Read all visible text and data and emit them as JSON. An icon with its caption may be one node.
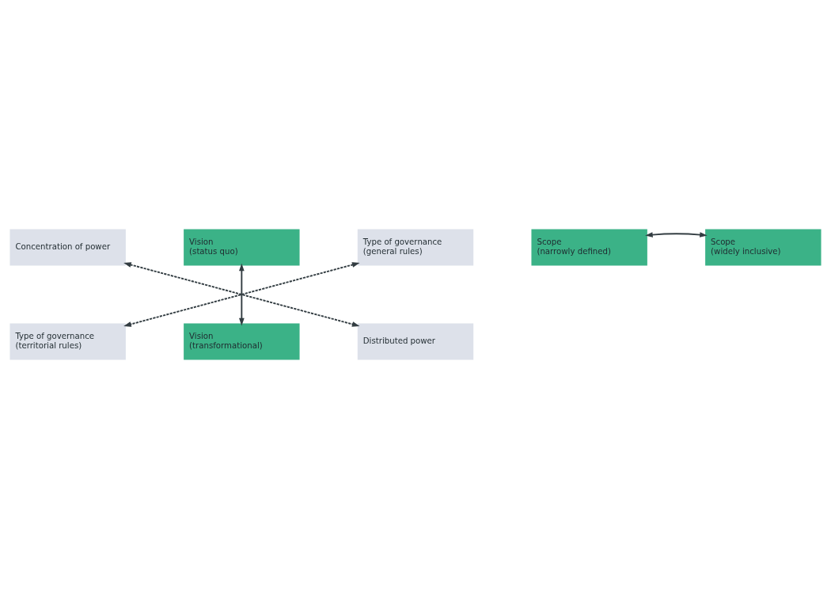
{
  "diagram": {
    "nodes": [
      {
        "text": [
          "Concentration of power"
        ]
      },
      {
        "text": [
          "Vision",
          "(status quo)"
        ]
      },
      {
        "text": [
          "Type of governance",
          "(general rules)"
        ]
      },
      {
        "text": [
          "Scope",
          "(narrowly defined)"
        ]
      },
      {
        "text": [
          "Scope",
          "(widely inclusive)"
        ]
      },
      {
        "text": [
          "Type of governance",
          "(territorial rules)"
        ]
      },
      {
        "text": [
          "Vision",
          "(transformational)"
        ]
      },
      {
        "text": [
          "Distributed power"
        ]
      }
    ],
    "edges": [
      {
        "from": 1,
        "to": 6,
        "arrow": "both"
      },
      {
        "from": 3,
        "to": 4,
        "arrow": "both"
      },
      {
        "from": 0,
        "to": 7,
        "arrow": "both",
        "style": "dashed"
      },
      {
        "from": 2,
        "to": 5,
        "arrow": "both",
        "style": "dashed"
      }
    ]
  }
}
